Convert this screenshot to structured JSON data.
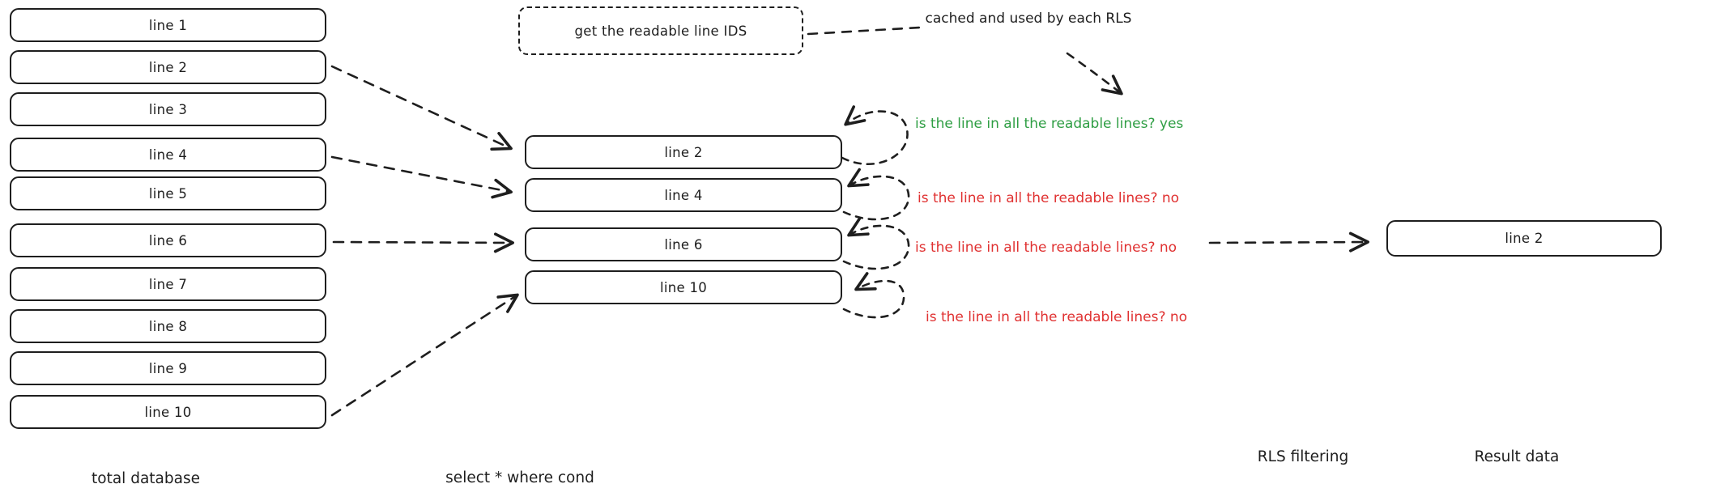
{
  "colors": {
    "stroke": "#1e1e1e",
    "yes_green": "#2f9e44",
    "no_red": "#e03131",
    "background": "#ffffff"
  },
  "database": {
    "caption": "total database",
    "rows": [
      "line 1",
      "line 2",
      "line 3",
      "line 4",
      "line 5",
      "line 6",
      "line 7",
      "line 8",
      "line 9",
      "line 10"
    ]
  },
  "selection": {
    "caption": "select * where cond",
    "command": "get the readable line IDS",
    "cache_note": "cached and used by each RLS",
    "rows": [
      "line 2",
      "line 4",
      "line 6",
      "line 10"
    ]
  },
  "checks": [
    {
      "text": "is the line in all the readable lines? yes",
      "status": "yes"
    },
    {
      "text": "is the line in all the readable lines? no",
      "status": "no"
    },
    {
      "text": "is the line in all the readable lines? no",
      "status": "no"
    },
    {
      "text": "is the line in all the readable lines? no",
      "status": "no"
    }
  ],
  "rls": {
    "caption": "RLS filtering"
  },
  "result": {
    "caption": "Result data",
    "rows": [
      "line 2"
    ]
  }
}
